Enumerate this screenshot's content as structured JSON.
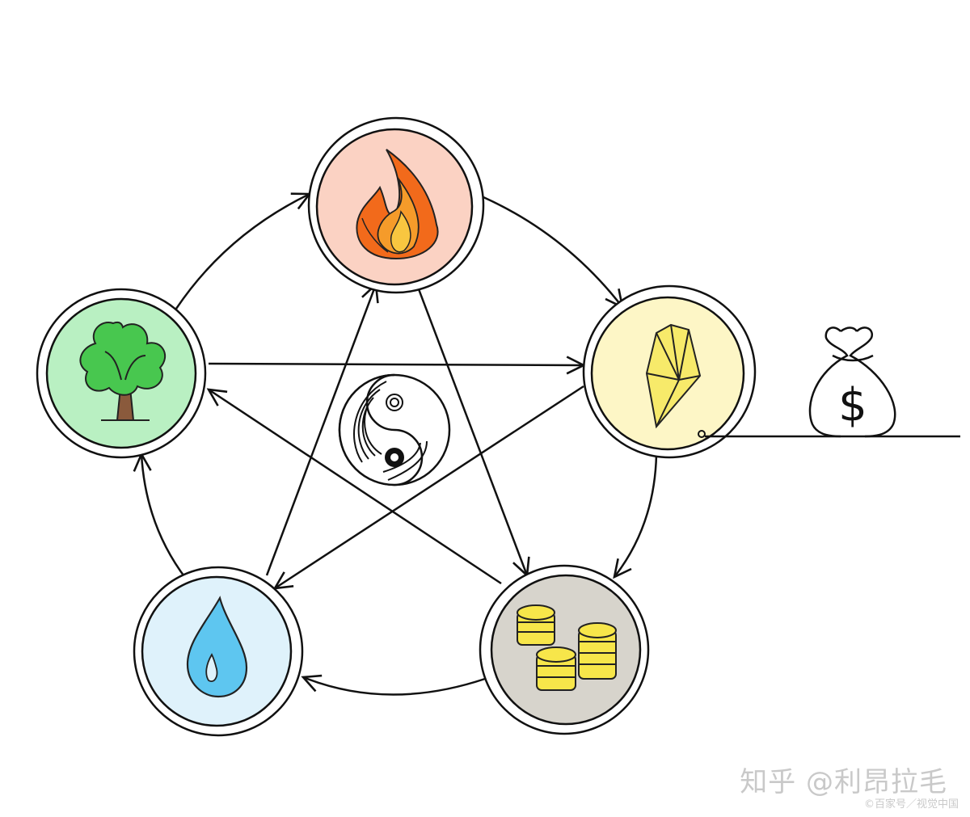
{
  "diagram": {
    "elements": [
      {
        "id": "fire",
        "name": "fire",
        "fill": "#fbd2c3",
        "icon": "flame-icon"
      },
      {
        "id": "metal",
        "name": "metal",
        "fill": "#fdf6c6",
        "icon": "crystal-icon"
      },
      {
        "id": "earth",
        "name": "earth",
        "fill": "#d7d4cc",
        "icon": "coins-icon"
      },
      {
        "id": "water",
        "name": "water",
        "fill": "#dff2fb",
        "icon": "water-drop-icon"
      },
      {
        "id": "wood",
        "name": "wood",
        "fill": "#b9f0c2",
        "icon": "tree-icon"
      }
    ],
    "generating_cycle": [
      [
        "fire",
        "metal"
      ],
      [
        "metal",
        "earth"
      ],
      [
        "earth",
        "water"
      ],
      [
        "water",
        "wood"
      ],
      [
        "wood",
        "fire"
      ]
    ],
    "controlling_cycle": [
      [
        "wood",
        "metal"
      ],
      [
        "metal",
        "water"
      ],
      [
        "water",
        "fire"
      ],
      [
        "fire",
        "earth"
      ],
      [
        "earth",
        "wood"
      ]
    ],
    "center_icon": "yin-yang-icon",
    "side_icon": "money-bag-icon",
    "colors": {
      "stroke": "#111111",
      "flame": "#f26a1b",
      "leaf": "#48c74f",
      "drop": "#5ec6f0",
      "coin": "#f7e64a",
      "crystal": "#f7ea6a"
    }
  },
  "watermark": {
    "main": "知乎 @利昂拉毛",
    "sub": "©百家号／视觉中国"
  }
}
